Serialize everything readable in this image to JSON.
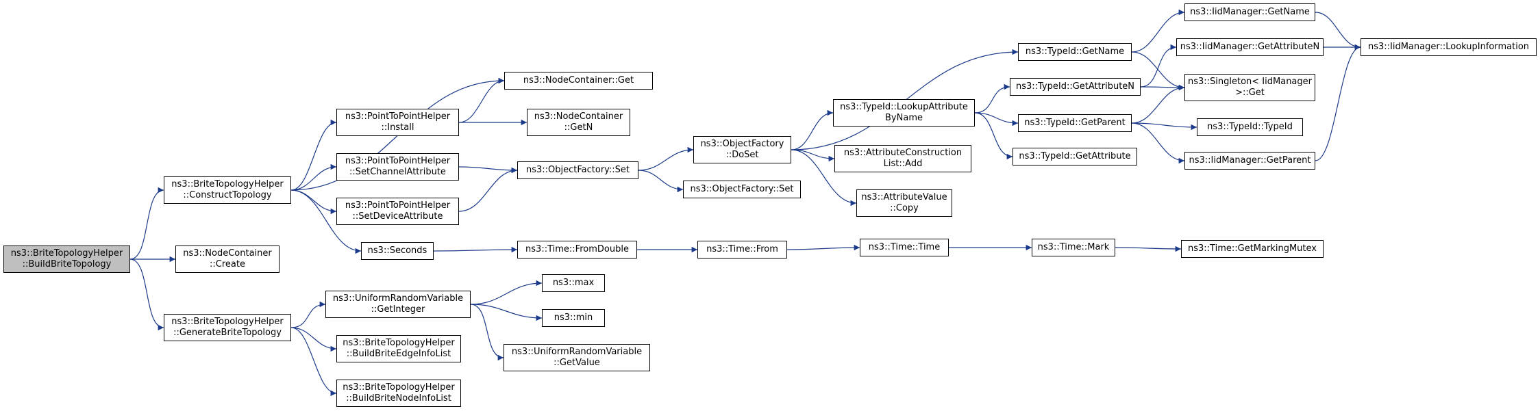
{
  "nodes": {
    "build_brite_topology": {
      "lines": [
        "ns3::BriteTopologyHelper",
        "::BuildBriteTopology"
      ]
    },
    "construct_topology": {
      "lines": [
        "ns3::BriteTopologyHelper",
        "::ConstructTopology"
      ]
    },
    "node_container_create": {
      "lines": [
        "ns3::NodeContainer",
        "::Create"
      ]
    },
    "generate_brite_topology": {
      "lines": [
        "ns3::BriteTopologyHelper",
        "::GenerateBriteTopology"
      ]
    },
    "node_container_get": {
      "lines": [
        "ns3::NodeContainer::Get"
      ]
    },
    "p2p_install": {
      "lines": [
        "ns3::PointToPointHelper",
        "::Install"
      ]
    },
    "p2p_set_channel_attr": {
      "lines": [
        "ns3::PointToPointHelper",
        "::SetChannelAttribute"
      ]
    },
    "p2p_set_device_attr": {
      "lines": [
        "ns3::PointToPointHelper",
        "::SetDeviceAttribute"
      ]
    },
    "seconds": {
      "lines": [
        "ns3::Seconds"
      ]
    },
    "node_container_getn": {
      "lines": [
        "ns3::NodeContainer",
        "::GetN"
      ]
    },
    "object_factory_set_1": {
      "lines": [
        "ns3::ObjectFactory::Set"
      ]
    },
    "object_factory_doset": {
      "lines": [
        "ns3::ObjectFactory",
        "::DoSet"
      ]
    },
    "object_factory_set_2": {
      "lines": [
        "ns3::ObjectFactory::Set"
      ]
    },
    "typeid_getname": {
      "lines": [
        "ns3::TypeId::GetName"
      ]
    },
    "typeid_lookup_attr": {
      "lines": [
        "ns3::TypeId::LookupAttribute",
        "ByName"
      ]
    },
    "attr_construction_add": {
      "lines": [
        "ns3::AttributeConstruction",
        "List::Add"
      ]
    },
    "attr_value_copy": {
      "lines": [
        "ns3::AttributeValue",
        "::Copy"
      ]
    },
    "iid_getname": {
      "lines": [
        "ns3::IidManager::GetName"
      ]
    },
    "iid_get_attribute_n": {
      "lines": [
        "ns3::IidManager::GetAttributeN"
      ]
    },
    "typeid_get_attribute_n": {
      "lines": [
        "ns3::TypeId::GetAttributeN"
      ]
    },
    "singleton_get": {
      "lines": [
        "ns3::Singleton< IidManager",
        " >::Get"
      ]
    },
    "typeid_getparent": {
      "lines": [
        "ns3::TypeId::GetParent"
      ]
    },
    "typeid_typeid": {
      "lines": [
        "ns3::TypeId::TypeId"
      ]
    },
    "typeid_get_attribute": {
      "lines": [
        "ns3::TypeId::GetAttribute"
      ]
    },
    "iid_getparent": {
      "lines": [
        "ns3::IidManager::GetParent"
      ]
    },
    "iid_lookup_info": {
      "lines": [
        "ns3::IidManager::LookupInformation"
      ]
    },
    "time_from_double": {
      "lines": [
        "ns3::Time::FromDouble"
      ]
    },
    "time_from": {
      "lines": [
        "ns3::Time::From"
      ]
    },
    "time_time": {
      "lines": [
        "ns3::Time::Time"
      ]
    },
    "time_mark": {
      "lines": [
        "ns3::Time::Mark"
      ]
    },
    "time_get_marking_mutex": {
      "lines": [
        "ns3::Time::GetMarkingMutex"
      ]
    },
    "urv_get_integer": {
      "lines": [
        "ns3::UniformRandomVariable",
        "::GetInteger"
      ]
    },
    "max": {
      "lines": [
        "ns3::max"
      ]
    },
    "min": {
      "lines": [
        "ns3::min"
      ]
    },
    "urv_get_value": {
      "lines": [
        "ns3::UniformRandomVariable",
        "::GetValue"
      ]
    },
    "build_edge_info_list": {
      "lines": [
        "ns3::BriteTopologyHelper",
        "::BuildBriteEdgeInfoList"
      ]
    },
    "build_node_info_list": {
      "lines": [
        "ns3::BriteTopologyHelper",
        "::BuildBriteNodeInfoList"
      ]
    }
  },
  "edges": [
    [
      "build_brite_topology",
      "construct_topology"
    ],
    [
      "build_brite_topology",
      "node_container_create"
    ],
    [
      "build_brite_topology",
      "generate_brite_topology"
    ],
    [
      "construct_topology",
      "node_container_get"
    ],
    [
      "construct_topology",
      "p2p_install"
    ],
    [
      "construct_topology",
      "p2p_set_channel_attr"
    ],
    [
      "construct_topology",
      "p2p_set_device_attr"
    ],
    [
      "construct_topology",
      "seconds"
    ],
    [
      "p2p_install",
      "node_container_get"
    ],
    [
      "p2p_install",
      "node_container_getn"
    ],
    [
      "p2p_set_channel_attr",
      "object_factory_set_1"
    ],
    [
      "p2p_set_device_attr",
      "object_factory_set_1"
    ],
    [
      "object_factory_set_1",
      "object_factory_doset"
    ],
    [
      "object_factory_set_1",
      "object_factory_set_2"
    ],
    [
      "object_factory_doset",
      "typeid_getname"
    ],
    [
      "object_factory_doset",
      "typeid_lookup_attr"
    ],
    [
      "object_factory_doset",
      "attr_construction_add"
    ],
    [
      "object_factory_doset",
      "attr_value_copy"
    ],
    [
      "typeid_getname",
      "iid_getname"
    ],
    [
      "typeid_getname",
      "singleton_get"
    ],
    [
      "typeid_lookup_attr",
      "typeid_get_attribute_n"
    ],
    [
      "typeid_lookup_attr",
      "typeid_getparent"
    ],
    [
      "typeid_lookup_attr",
      "typeid_get_attribute"
    ],
    [
      "typeid_get_attribute_n",
      "iid_get_attribute_n"
    ],
    [
      "typeid_get_attribute_n",
      "singleton_get"
    ],
    [
      "typeid_getparent",
      "singleton_get"
    ],
    [
      "typeid_getparent",
      "typeid_typeid"
    ],
    [
      "typeid_getparent",
      "iid_getparent"
    ],
    [
      "iid_getname",
      "iid_lookup_info"
    ],
    [
      "iid_get_attribute_n",
      "iid_lookup_info"
    ],
    [
      "iid_getparent",
      "iid_lookup_info"
    ],
    [
      "seconds",
      "time_from_double"
    ],
    [
      "time_from_double",
      "time_from"
    ],
    [
      "time_from",
      "time_time"
    ],
    [
      "time_time",
      "time_mark"
    ],
    [
      "time_mark",
      "time_get_marking_mutex"
    ],
    [
      "generate_brite_topology",
      "urv_get_integer"
    ],
    [
      "generate_brite_topology",
      "build_edge_info_list"
    ],
    [
      "generate_brite_topology",
      "build_node_info_list"
    ],
    [
      "urv_get_integer",
      "max"
    ],
    [
      "urv_get_integer",
      "min"
    ],
    [
      "urv_get_integer",
      "urv_get_value"
    ]
  ]
}
